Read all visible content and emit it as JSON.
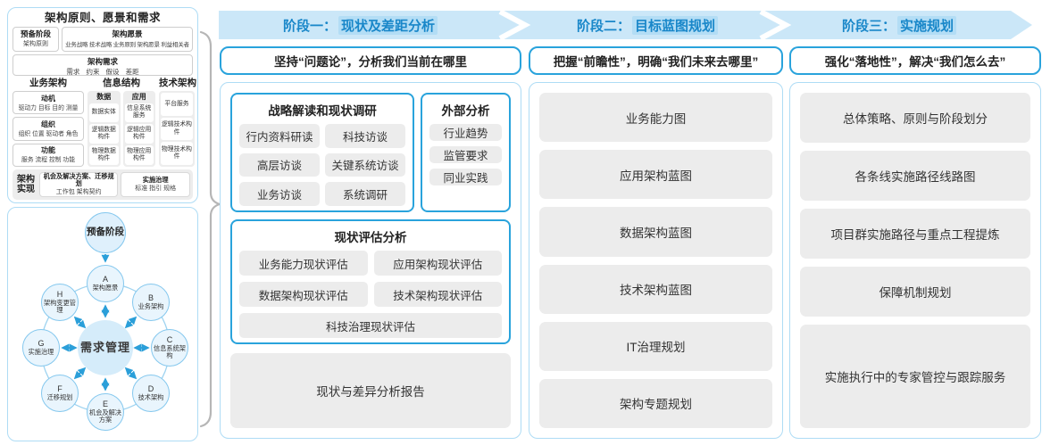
{
  "colors": {
    "accent_blue": "#29a3dc",
    "band_blue": "#cbe7f8",
    "panel_border_blue": "#aedcf5",
    "gray_box": "#ececec",
    "banner_text_blue": "#1987c9",
    "arrow_blue": "#2b9fd9"
  },
  "left_top": {
    "title": "架构原则、愿景和需求",
    "preliminary_title": "预备阶段",
    "preliminary_sub": "架构原则",
    "vision_title": "架构愿景",
    "vision_sub": "业务战略 技术战略 业务原则 架构愿景 利益相关者",
    "requirements_title": "架构需求",
    "requirements_sub": "需求 约束 假设 差距",
    "biz_header": "业务架构",
    "biz_boxes": [
      {
        "title": "动机",
        "sub": "驱动力 目标 目的 测量"
      },
      {
        "title": "组织",
        "sub": "组织 位置 驱动者 角色"
      },
      {
        "title": "功能",
        "sub": "服务 流程 控制 功能"
      }
    ],
    "info_header": "信息结构",
    "info_groups": [
      {
        "title": "数据",
        "items": [
          "数据实体",
          "逻辑数据构件",
          "物理数据构件"
        ]
      },
      {
        "title": "应用",
        "items": [
          "信息系统服务",
          "逻辑应用构件",
          "物理应用构件"
        ]
      }
    ],
    "tech_header": "技术架构",
    "tech_items": [
      "平台服务",
      "逻辑技术构件",
      "物理技术构件"
    ],
    "impl_label": "架构实现",
    "impl_boxes": [
      {
        "title": "机会及解决方案、迁移规划",
        "sub": "工作包 架构契约"
      },
      {
        "title": "实施治理",
        "sub": "标准 指引 规格"
      }
    ]
  },
  "adm": {
    "top_node": "预备阶段",
    "center": "需求管理",
    "nodes": [
      {
        "letter": "A",
        "label": "架构愿景"
      },
      {
        "letter": "B",
        "label": "业务架构"
      },
      {
        "letter": "C",
        "label": "信息系统架构"
      },
      {
        "letter": "D",
        "label": "技术架构"
      },
      {
        "letter": "E",
        "label": "机会及解决方案"
      },
      {
        "letter": "F",
        "label": "迁移规划"
      },
      {
        "letter": "G",
        "label": "实施治理"
      },
      {
        "letter": "H",
        "label": "架构变更管理"
      }
    ]
  },
  "phases": [
    {
      "banner_prefix": "阶段一：",
      "banner_highlight": "现状及差距分析",
      "slogan": "坚持“问题论”，分析我们当前在哪里",
      "group1_title": "战略解读和现状调研",
      "group1_items": [
        "行内资料研读",
        "科技访谈",
        "高层访谈",
        "关键系统访谈",
        "业务访谈",
        "系统调研"
      ],
      "group2_title": "外部分析",
      "group2_items": [
        "行业趋势",
        "监管要求",
        "同业实践"
      ],
      "group3_title": "现状评估分析",
      "group3_items": [
        "业务能力现状评估",
        "应用架构现状评估",
        "数据架构现状评估",
        "技术架构现状评估",
        "科技治理现状评估"
      ],
      "report": "现状与差异分析报告"
    },
    {
      "banner_prefix": "阶段二：",
      "banner_highlight": "目标蓝图规划",
      "slogan": "把握“前瞻性”，明确“我们未来去哪里”",
      "boxes": [
        "业务能力图",
        "应用架构蓝图",
        "数据架构蓝图",
        "技术架构蓝图",
        "IT治理规划",
        "架构专题规划"
      ]
    },
    {
      "banner_prefix": "阶段三：",
      "banner_highlight": "实施规划",
      "slogan": "强化“落地性”，解决“我们怎么去”",
      "boxes": [
        "总体策略、原则与阶段划分",
        "各条线实施路径线路图",
        "项目群实施路径与重点工程提炼",
        "保障机制规划",
        "实施执行中的专家管控与跟踪服务"
      ]
    }
  ]
}
